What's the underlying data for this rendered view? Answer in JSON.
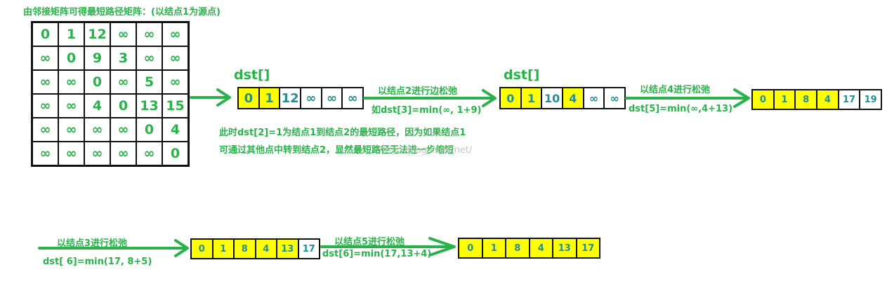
{
  "heading": "由邻接矩阵可得最短路径矩阵：(以结点1为源点)",
  "matrix": [
    [
      "0",
      "1",
      "12",
      "∞",
      "∞",
      "∞"
    ],
    [
      "∞",
      "0",
      "9",
      "3",
      "∞",
      "∞"
    ],
    [
      "∞",
      "∞",
      "0",
      "∞",
      "5",
      "∞"
    ],
    [
      "∞",
      "∞",
      "4",
      "0",
      "13",
      "15"
    ],
    [
      "∞",
      "∞",
      "∞",
      "∞",
      "0",
      "4"
    ],
    [
      "∞",
      "∞",
      "∞",
      "∞",
      "∞",
      "0"
    ]
  ],
  "dst_label": "dst[]",
  "arrays": [
    {
      "cells": [
        "0",
        "1",
        "12",
        "∞",
        "∞",
        "∞"
      ],
      "highlight": [
        true,
        true,
        false,
        false,
        false,
        false
      ]
    },
    {
      "cells": [
        "0",
        "1",
        "10",
        "4",
        "∞",
        "∞"
      ],
      "highlight": [
        true,
        true,
        false,
        true,
        false,
        false
      ]
    },
    {
      "cells": [
        "0",
        "1",
        "8",
        "4",
        "17",
        "19"
      ],
      "highlight": [
        true,
        true,
        true,
        true,
        false,
        false
      ]
    },
    {
      "cells": [
        "0",
        "1",
        "8",
        "4",
        "13",
        "17"
      ],
      "highlight": [
        true,
        true,
        true,
        true,
        true,
        false
      ]
    },
    {
      "cells": [
        "0",
        "1",
        "8",
        "4",
        "13",
        "17"
      ],
      "highlight": [
        true,
        true,
        true,
        true,
        true,
        true
      ]
    }
  ],
  "steps": [
    {
      "title": "以结点2进行边松弛",
      "formula": "如dst[3]=min(∞, 1+9)"
    },
    {
      "title": "以结点4进行松弛",
      "formula": "dst[5]=min(∞,4+13)"
    },
    {
      "title": "以结点3进行松弛",
      "formula": "dst[ 6]=min(17, 8+5)"
    },
    {
      "title": "以结点5进行松弛",
      "formula": "dst[6]=min(17,13+4)"
    }
  ],
  "note_line1": "此时dst[2]=1为结点1到结点2的最短路径，因为如果结点1",
  "note_line2": "可通过其他点中转到结点2，显然最短路径无法进一步缩短",
  "watermark": "http://blog.csdn.net/",
  "colors": {
    "text_green": "#2ab24a",
    "cell_highlight": "#ffff00",
    "cell_text": "#1f8f9a",
    "arrow": "#2ab24a"
  }
}
